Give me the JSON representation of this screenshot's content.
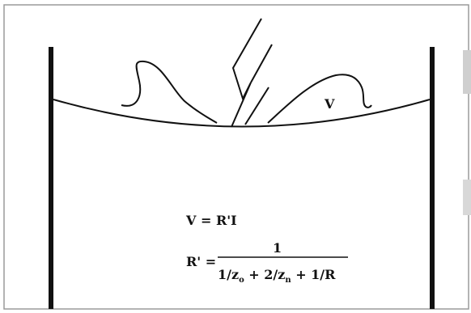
{
  "diagram": {
    "voltage_label": "V",
    "equation_1": "V  = R'I",
    "equation_2": {
      "lhs": "R' =",
      "numerator": "1",
      "denominator": {
        "part1": "1/z",
        "sub1": "o",
        "part2": " + 2/z",
        "sub2": "n",
        "part3": " + 1/R"
      }
    }
  },
  "colors": {
    "ink": "#111111",
    "background": "#ffffff",
    "frame": "#9a9a9a"
  }
}
